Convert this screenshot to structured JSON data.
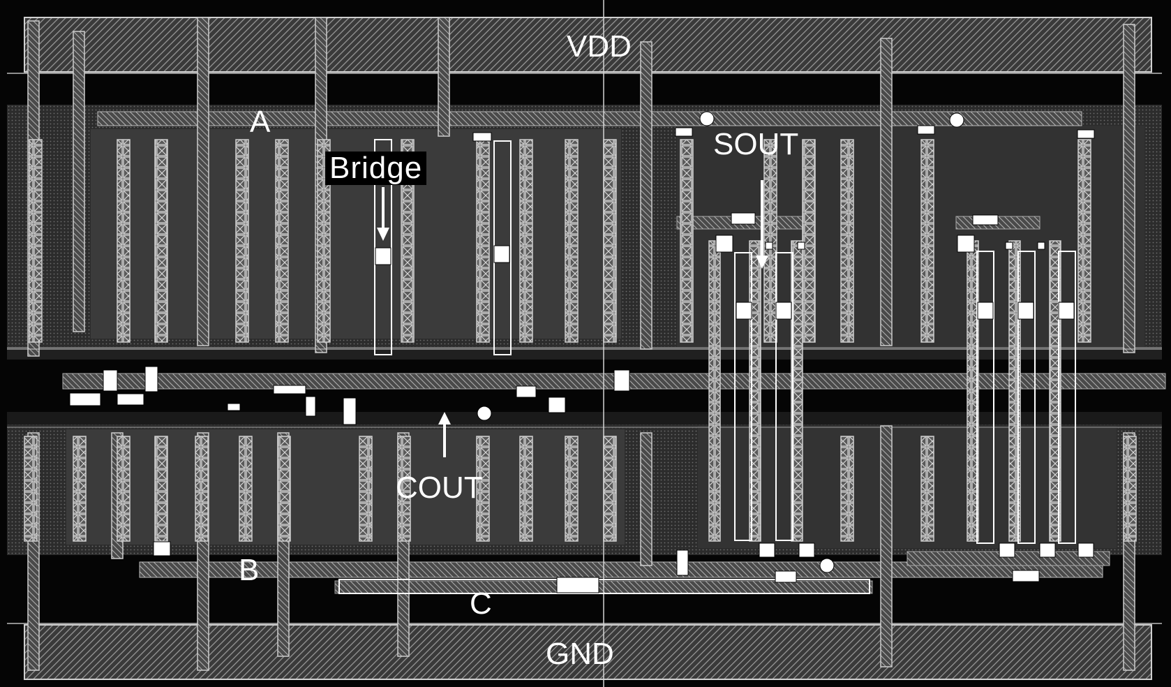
{
  "labels": {
    "vdd": "VDD",
    "gnd": "GND",
    "a": "A",
    "b": "B",
    "c": "C",
    "bridge": "Bridge",
    "sout": "SOUT",
    "cout": "COUT"
  },
  "colors": {
    "background": "#000000",
    "substrate": "#2a2a2a",
    "wire": "#c9c9c9",
    "marker": "#ffffff"
  }
}
